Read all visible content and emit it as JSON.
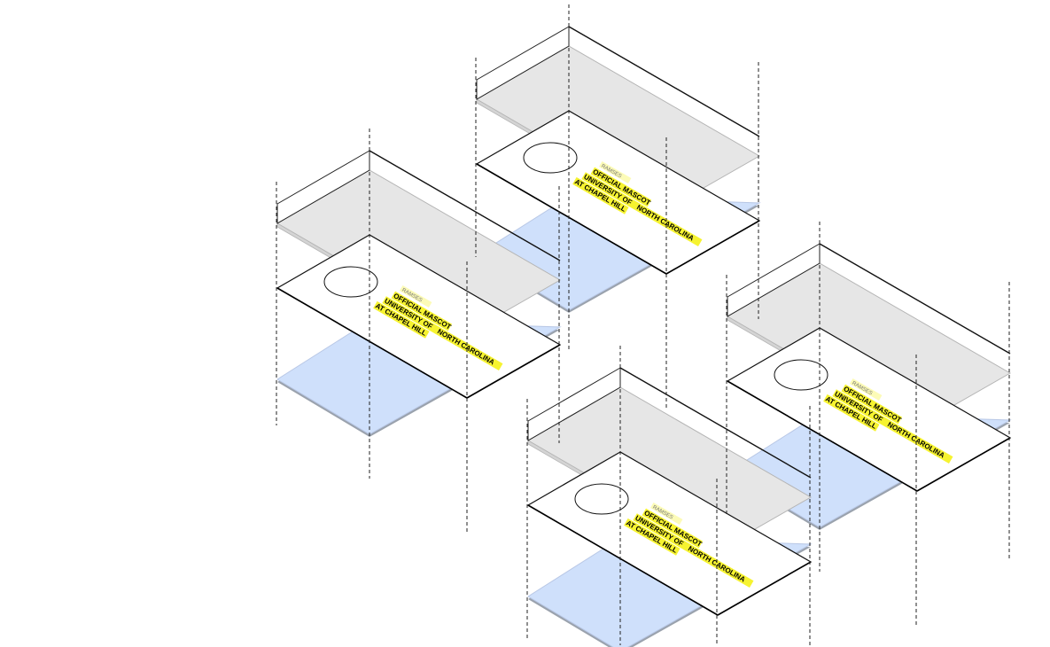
{
  "colors": {
    "background": "#ffffff",
    "glass_fill": "#e6e6e6",
    "glass_edge": "#9a9a9a",
    "base_fill": "#cfe0fb",
    "base_edge": "#7f8a99",
    "highlight": "#f6f330",
    "line": "#000000"
  },
  "label": {
    "top_small": "RAMSES",
    "line1": "OFFICIAL MASCOT",
    "line2_a": "UNIVERSITY OF",
    "line2_b": "NORTH CAROLINA",
    "line3": "AT CHAPEL HILL"
  },
  "units": [
    {
      "id": "unit-top"
    },
    {
      "id": "unit-left"
    },
    {
      "id": "unit-right"
    },
    {
      "id": "unit-bottom"
    }
  ]
}
